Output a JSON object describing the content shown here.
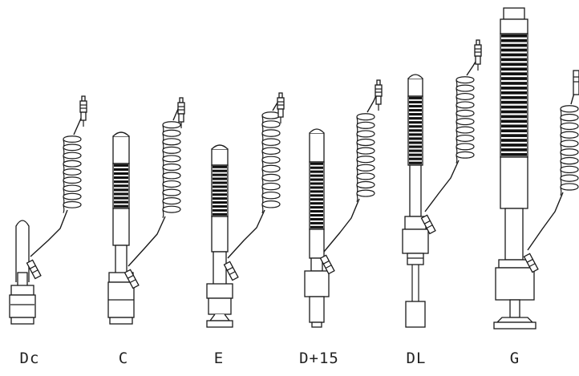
{
  "figure": {
    "probes": [
      {
        "id": "dc",
        "label": "Dc"
      },
      {
        "id": "c",
        "label": "C"
      },
      {
        "id": "e",
        "label": "E"
      },
      {
        "id": "d15",
        "label": "D+15"
      },
      {
        "id": "dl",
        "label": "DL"
      },
      {
        "id": "g",
        "label": "G"
      }
    ]
  },
  "style": {
    "stroke": "#1a1a1a",
    "fill": "#ffffff",
    "grip": "#111111"
  }
}
